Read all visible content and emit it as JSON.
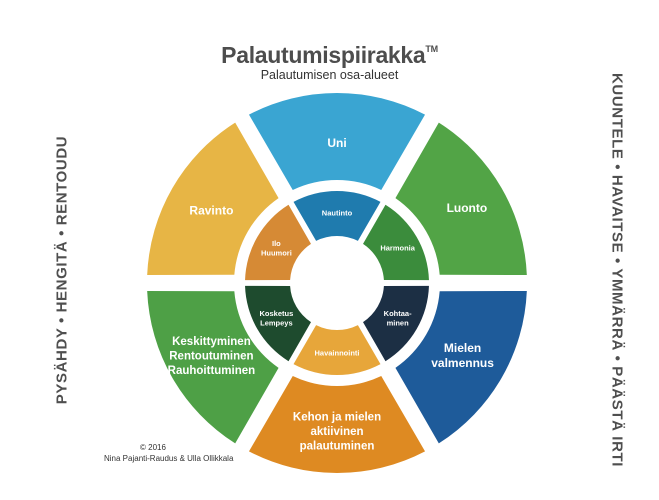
{
  "header": {
    "title": "Palautumispiirakka",
    "trademark": "TM",
    "subtitle": "Palautumisen osa-alueet"
  },
  "side_left": "PYSÄHDY • HENGITÄ • RENTOUDU",
  "side_right": "KUUNTELE • HAVAITSE • YMMÄRRÄ • PÄÄSTÄ IRTI",
  "outer_segments": [
    {
      "id": "uni",
      "lines": [
        "Uni"
      ],
      "color": "#3aa5d2"
    },
    {
      "id": "luonto",
      "lines": [
        "Luonto"
      ],
      "color": "#52a446"
    },
    {
      "id": "mielen-valmennus",
      "lines": [
        "Mielen",
        "valmennus"
      ],
      "color": "#1e5b9a"
    },
    {
      "id": "kehon-ja-mielen",
      "lines": [
        "Kehon ja mielen",
        "aktiivinen",
        "palautuminen"
      ],
      "color": "#de8a22"
    },
    {
      "id": "keskittyminen",
      "lines": [
        "Keskittyminen",
        "Rentoutuminen",
        "Rauhoittuminen"
      ],
      "color": "#4ea046"
    },
    {
      "id": "ravinto",
      "lines": [
        "Ravinto"
      ],
      "color": "#e7b545"
    }
  ],
  "inner_segments": [
    {
      "id": "nautinto",
      "lines": [
        "Nautinto"
      ],
      "color": "#1f7bae"
    },
    {
      "id": "harmonia",
      "lines": [
        "Harmonia"
      ],
      "color": "#3b8c3c"
    },
    {
      "id": "kohtaaminen",
      "lines": [
        "Kohtaa-",
        "minen"
      ],
      "color": "#1c2f44"
    },
    {
      "id": "havainnointi",
      "lines": [
        "Havainnointi"
      ],
      "color": "#e7a63a"
    },
    {
      "id": "kosketus",
      "lines": [
        "Kosketus",
        "Lempeys"
      ],
      "color": "#1e4b2e"
    },
    {
      "id": "ilo",
      "lines": [
        "Ilo",
        "Huumori"
      ],
      "color": "#d68a35"
    }
  ],
  "credit": {
    "year": "© 2016",
    "authors": "Nina Pajanti-Raudus & Ulla Ollikkala"
  }
}
